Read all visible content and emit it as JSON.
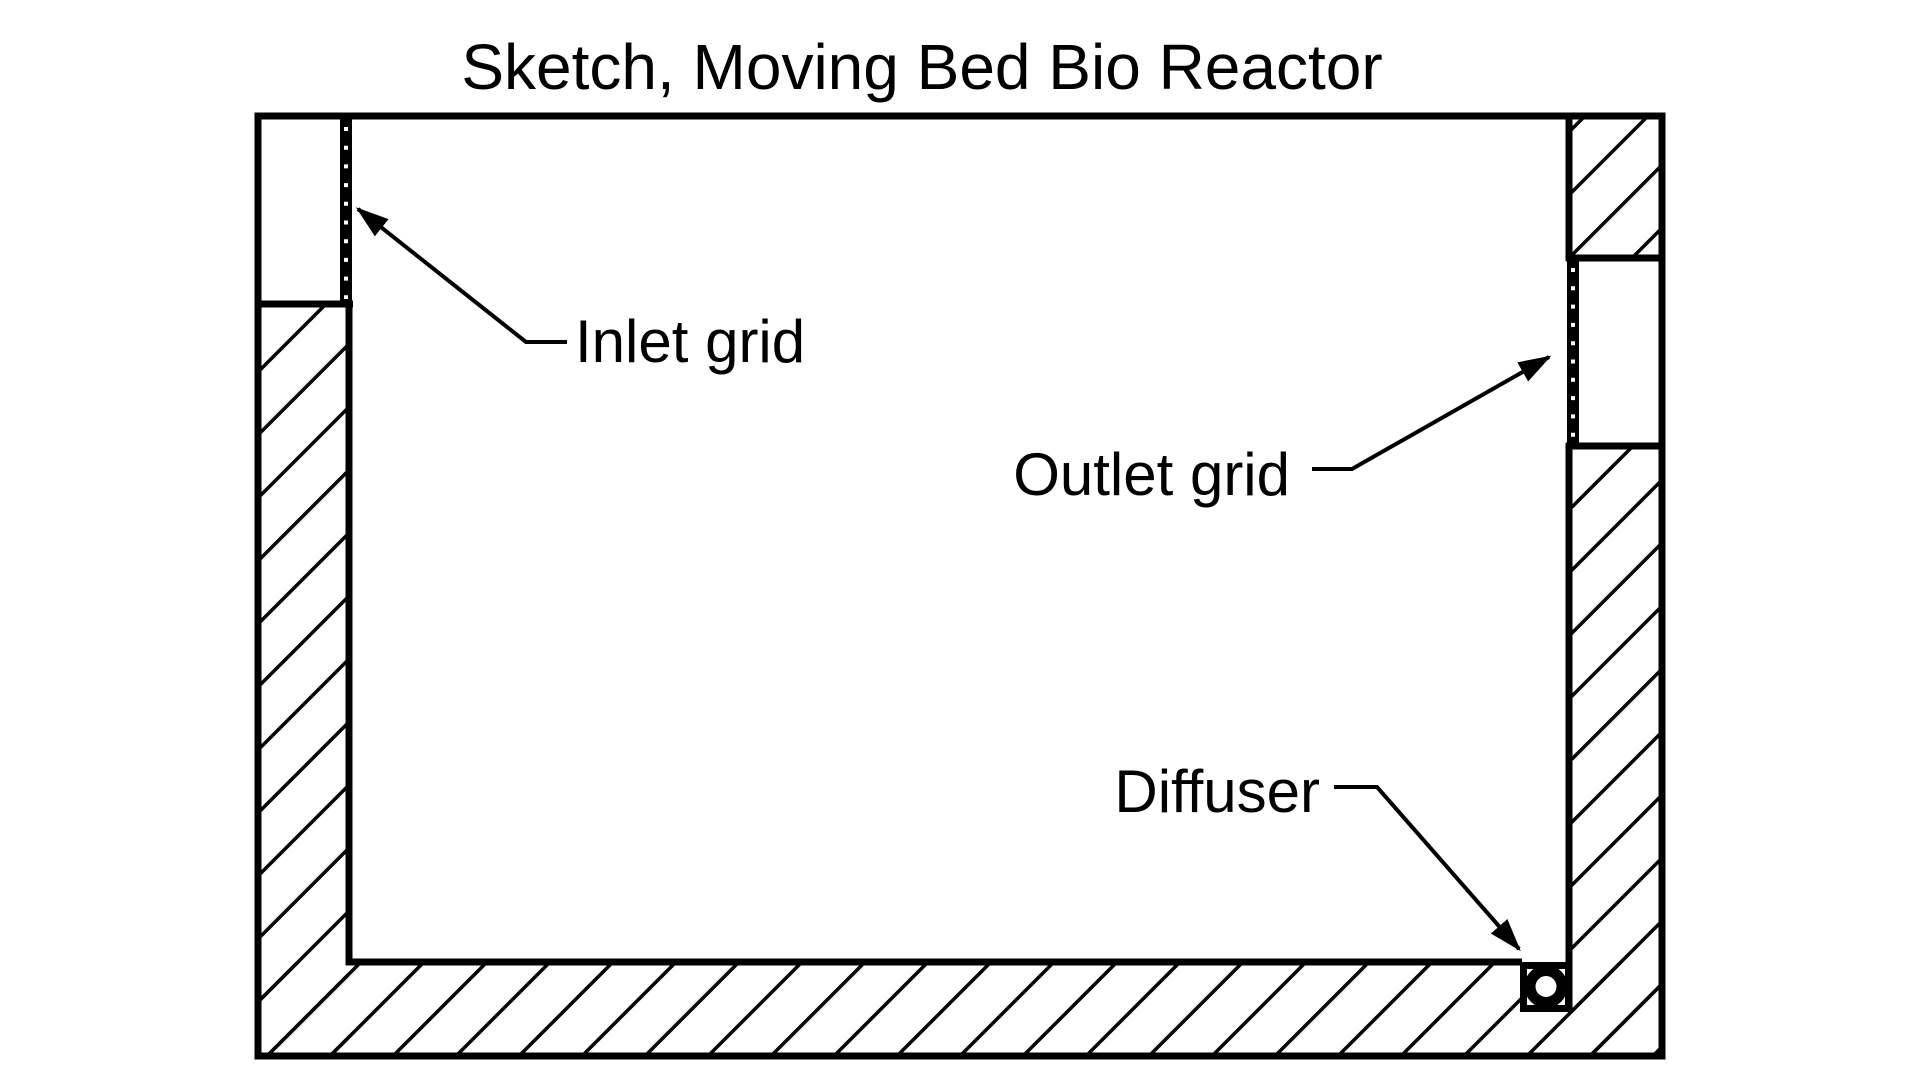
{
  "title": "Sketch, Moving Bed Bio Reactor",
  "diagram": {
    "type": "engineering-sketch",
    "subject": "Moving Bed Bio Reactor tank cross-section",
    "labels": {
      "inlet": "Inlet grid",
      "outlet": "Outlet grid",
      "diffuser": "Diffuser"
    },
    "components": {
      "tank": "Rectangular reactor tank with hatched walls and floor",
      "inlet_grid": "Perforated grid on inner face of left-wall inlet channel, top left",
      "outlet_grid": "Perforated grid on inner face of right-wall outlet channel, upper right",
      "diffuser": "Ring diffuser embedded in floor at bottom right corner"
    },
    "colors": {
      "ink": "#000000",
      "background": "#ffffff"
    }
  }
}
